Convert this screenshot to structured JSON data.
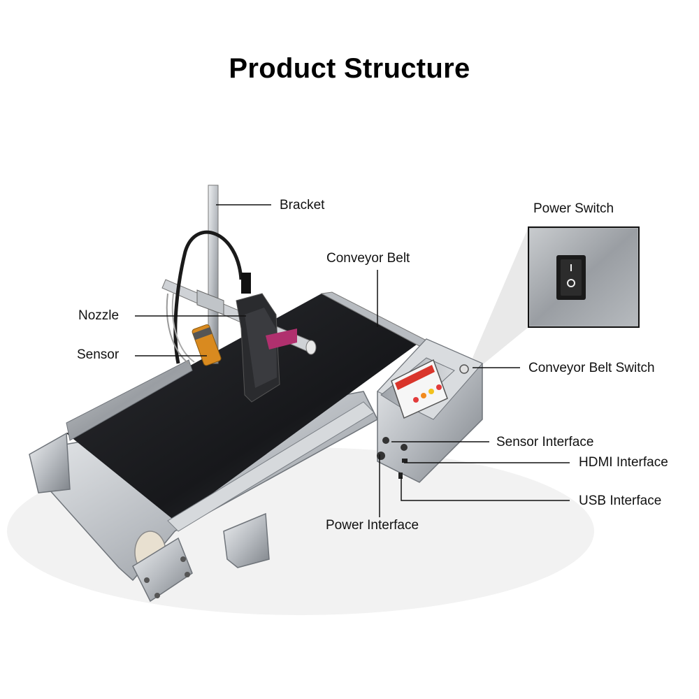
{
  "title": "Product Structure",
  "labels": {
    "bracket": "Bracket",
    "conveyor_belt": "Conveyor Belt",
    "nozzle": "Nozzle",
    "sensor": "Sensor",
    "power_switch": "Power Switch",
    "conveyor_belt_switch": "Conveyor Belt Switch",
    "sensor_interface": "Sensor Interface",
    "hdmi_interface": "HDMI Interface",
    "usb_interface": "USB Interface",
    "power_interface": "Power Interface"
  },
  "colors": {
    "belt": "#1e1f22",
    "steel": "#c9ccd0",
    "steel_dark": "#8f949a",
    "sensor_body": "#d98a1f",
    "screen_accent": "#d9352b",
    "cartridge": "#b0306e"
  }
}
